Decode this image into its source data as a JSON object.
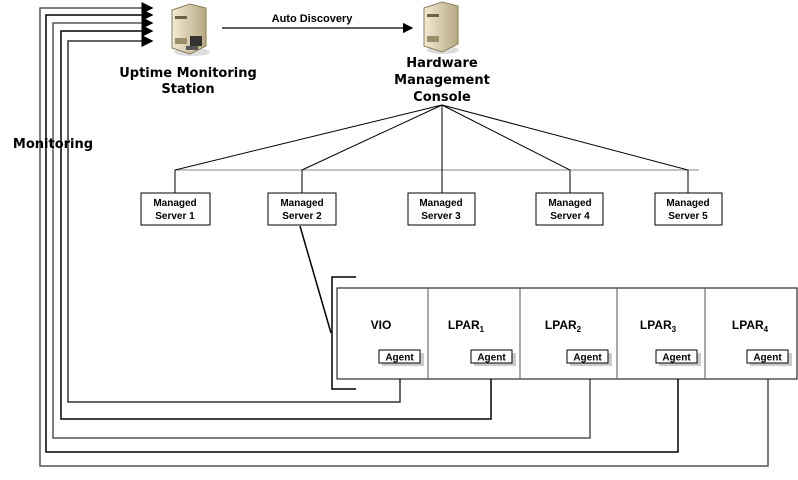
{
  "nodes": {
    "station": {
      "line1": "Uptime Monitoring",
      "line2": "Station",
      "icon": "server-tower-with-monitor-icon"
    },
    "hmc": {
      "line1": "Hardware",
      "line2": "Management",
      "line3": "Console",
      "icon": "server-tower-icon"
    },
    "auto_discovery": "Auto Discovery",
    "monitoring": "Monitoring"
  },
  "managed_servers": [
    {
      "line1": "Managed",
      "line2": "Server 1"
    },
    {
      "line1": "Managed",
      "line2": "Server 2"
    },
    {
      "line1": "Managed",
      "line2": "Server 3"
    },
    {
      "line1": "Managed",
      "line2": "Server 4"
    },
    {
      "line1": "Managed",
      "line2": "Server 5"
    }
  ],
  "partitions": [
    {
      "name": "VIO",
      "sub": "",
      "agent": "Agent"
    },
    {
      "name": "LPAR",
      "sub": "1",
      "agent": "Agent"
    },
    {
      "name": "LPAR",
      "sub": "2",
      "agent": "Agent"
    },
    {
      "name": "LPAR",
      "sub": "3",
      "agent": "Agent"
    },
    {
      "name": "LPAR",
      "sub": "4",
      "agent": "Agent"
    }
  ]
}
